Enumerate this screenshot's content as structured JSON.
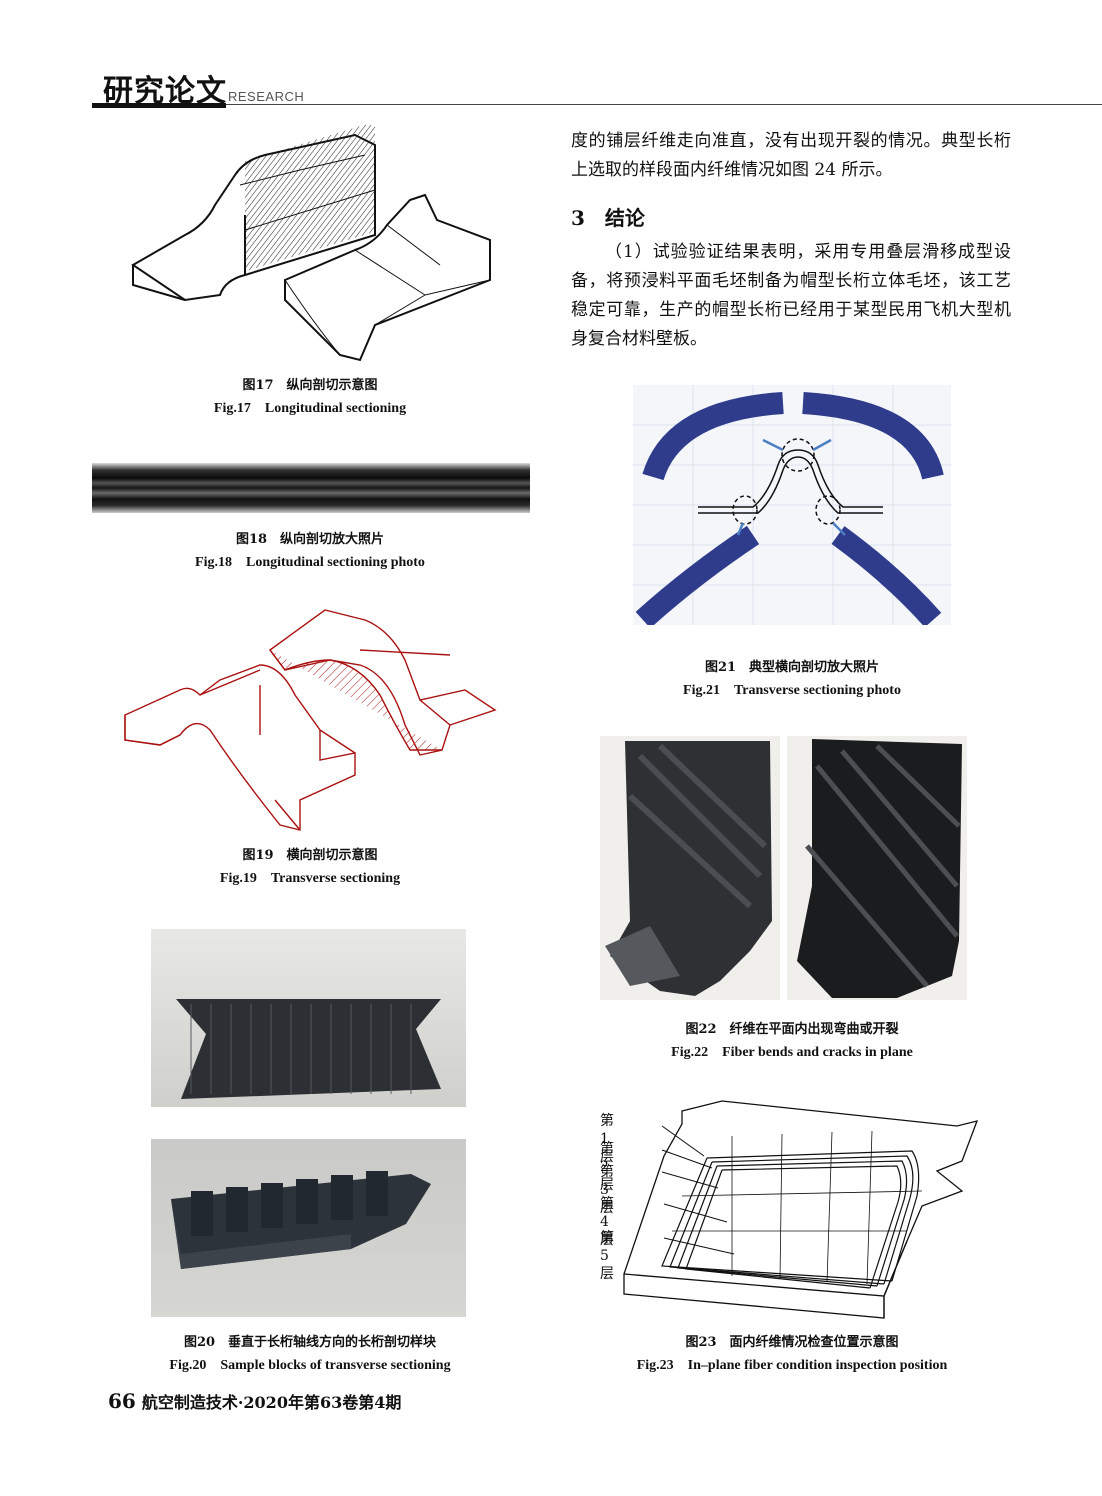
{
  "header": {
    "title": "研究论文",
    "subtitle": "RESEARCH"
  },
  "body": {
    "para1": "度的铺层纤维走向准直，没有出现开裂的情况。典型长桁上选取的样段面内纤维情况如图 24 所示。",
    "section_heading": "3　结论",
    "para2": "（1）试验验证结果表明，采用专用叠层滑移成型设备，将预浸料平面毛坯制备为帽型长桁立体毛坯，该工艺稳定可靠，生产的帽型长桁已经用于某型民用飞机大型机身复合材料壁板。"
  },
  "figures": {
    "fig17": {
      "cn": "图17　纵向剖切示意图",
      "en": "Fig.17　Longitudinal sectioning"
    },
    "fig18": {
      "cn": "图18　纵向剖切放大照片",
      "en": "Fig.18　Longitudinal sectioning photo"
    },
    "fig19": {
      "cn": "图19　横向剖切示意图",
      "en": "Fig.19　Transverse sectioning"
    },
    "fig20": {
      "cn": "图20　垂直于长桁轴线方向的长桁剖切样块",
      "en": "Fig.20　Sample blocks of transverse sectioning"
    },
    "fig21": {
      "cn": "图21　典型横向剖切放大照片",
      "en": "Fig.21　Transverse sectioning photo"
    },
    "fig22": {
      "cn": "图22　纤维在平面内出现弯曲或开裂",
      "en": "Fig.22　Fiber bends and cracks in plane"
    },
    "fig23": {
      "cn": "图23　面内纤维情况检查位置示意图",
      "en": "Fig.23　In–plane fiber condition inspection position",
      "layers": [
        "第1层",
        "第2层",
        "第3层",
        "第4层",
        "第5层"
      ]
    }
  },
  "footer": {
    "page": "66",
    "journal": "航空制造技术·2020年第63卷第4期"
  }
}
